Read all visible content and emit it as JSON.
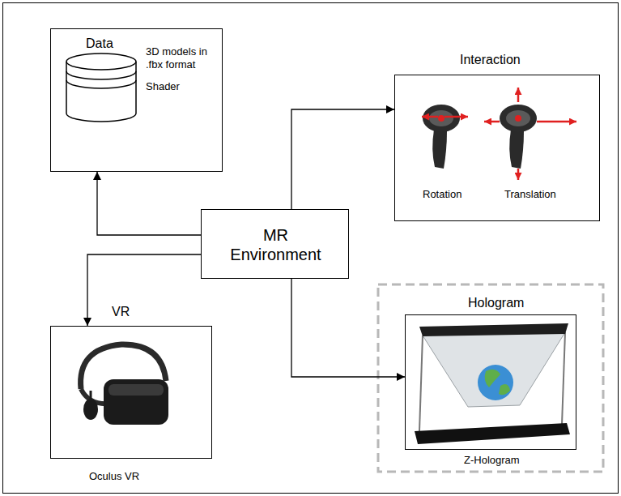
{
  "diagram": {
    "nodes": [
      {
        "text": [
          "Data",
          "3D models in .fbx format",
          "Shader"
        ]
      },
      {
        "text": [
          "Interaction",
          "Rotation",
          "Translation"
        ]
      },
      {
        "text": [
          "MR Environment"
        ]
      },
      {
        "text": [
          "VR",
          "Oculus VR"
        ]
      },
      {
        "text": [
          "Hologram",
          "Z-Hologram"
        ]
      }
    ],
    "edges": [
      {
        "from": 2,
        "to": 0,
        "arrow": "to"
      },
      {
        "from": 2,
        "to": 1,
        "arrow": "to"
      },
      {
        "from": 2,
        "to": 3,
        "arrow": "to"
      },
      {
        "from": 2,
        "to": 4,
        "arrow": "to"
      }
    ]
  }
}
